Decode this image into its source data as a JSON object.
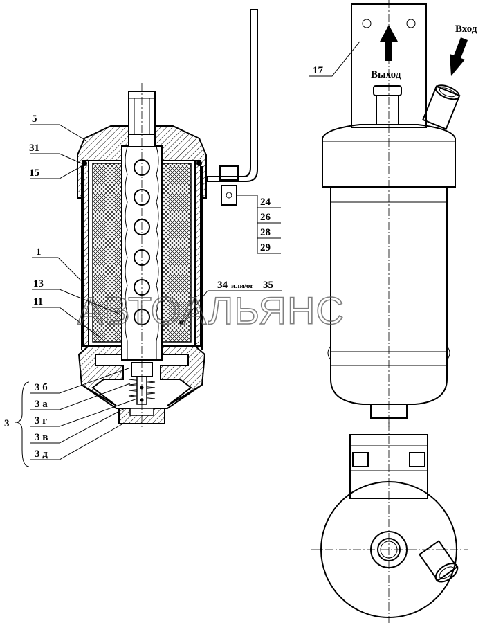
{
  "labels": {
    "p5": "5",
    "p31": "31",
    "p15": "15",
    "p1": "1",
    "p13": "13",
    "p11": "11",
    "p17": "17",
    "p24": "24",
    "p26": "26",
    "p28": "28",
    "p29": "29",
    "p34_a": "34",
    "p34_or": "или/or",
    "p34_b": "35",
    "g3": "3",
    "g3b": "3 б",
    "g3a": "3 а",
    "g3g": "3 г",
    "g3v": "3 в",
    "g3d": "3 д"
  },
  "flow": {
    "inlet": "Вход",
    "outlet": "Выход"
  },
  "watermark": "АВТОАЛЬЯНС",
  "colors": {
    "line": "#000000",
    "hatch": "#000000",
    "watermark": "#555555",
    "background": "#ffffff"
  }
}
